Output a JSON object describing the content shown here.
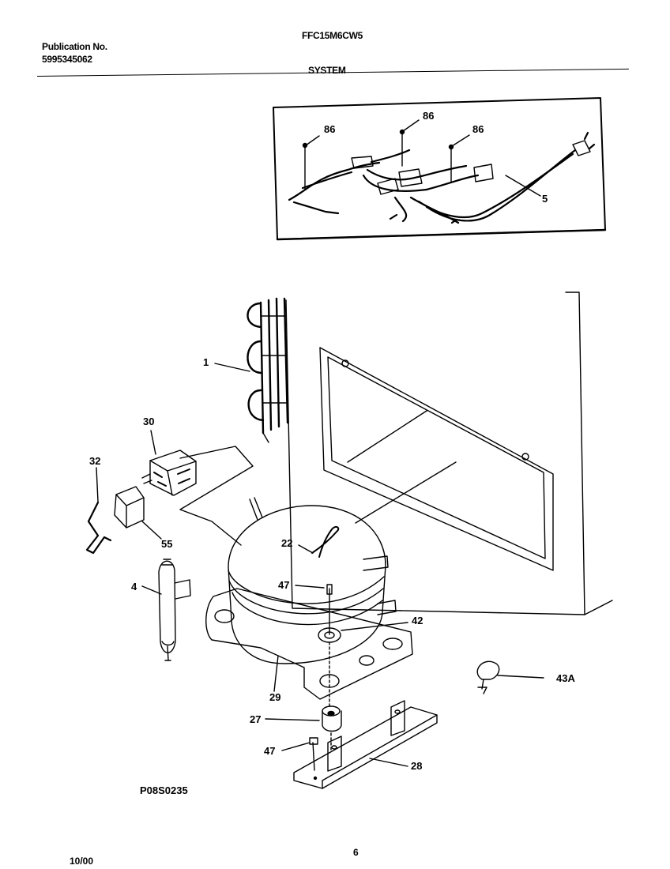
{
  "header": {
    "publication_label": "Publication No.",
    "publication_number": "5995345062",
    "model": "FFC15M6CW5",
    "section": "SYSTEM"
  },
  "callouts": {
    "wire_screw_left": "86",
    "wire_screw_mid": "86",
    "wire_screw_right": "86",
    "power_cord": "5",
    "condenser": "1",
    "relay": "30",
    "wire_clip": "32",
    "overload": "55",
    "drier": "4",
    "clip_22": "22",
    "screw_47_top": "47",
    "washer_42": "42",
    "compressor": "29",
    "grommet": "27",
    "screw_47_bottom": "47",
    "bracket": "28",
    "clamp": "43A"
  },
  "footer": {
    "drawing_code": "P08S0235",
    "date": "10/00",
    "page_number": "6"
  }
}
